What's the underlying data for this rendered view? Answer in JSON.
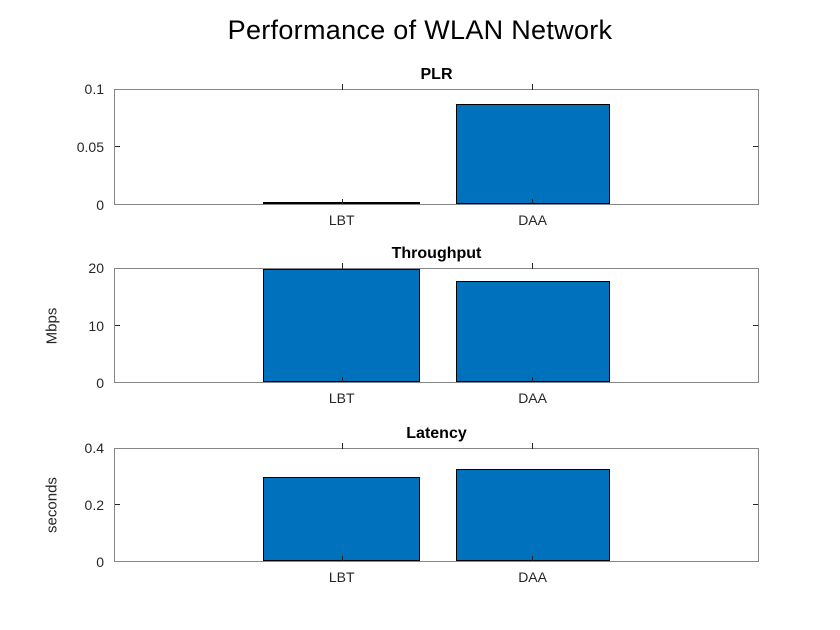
{
  "figure": {
    "title": "Performance of WLAN Network",
    "background": "#ffffff",
    "bar_fill": "#0072bd",
    "bar_edge": "#000000",
    "axis_color": "#868686",
    "text_color": "#262626"
  },
  "chart_data": [
    {
      "type": "bar",
      "title": "PLR",
      "categories": [
        "LBT",
        "DAA"
      ],
      "values": [
        0.001,
        0.088
      ],
      "xlabel": "",
      "ylabel": "",
      "ylim": [
        0,
        0.1
      ],
      "ytick_labels": [
        "0",
        "0.05",
        "0.1"
      ],
      "grid": false,
      "legend": "none"
    },
    {
      "type": "bar",
      "title": "Throughput",
      "categories": [
        "LBT",
        "DAA"
      ],
      "values": [
        20,
        17.8
      ],
      "xlabel": "",
      "ylabel": "Mbps",
      "ylim": [
        0,
        20
      ],
      "ytick_labels": [
        "0",
        "10",
        "20"
      ],
      "grid": false,
      "legend": "none"
    },
    {
      "type": "bar",
      "title": "Latency",
      "categories": [
        "LBT",
        "DAA"
      ],
      "values": [
        0.3,
        0.33
      ],
      "xlabel": "",
      "ylabel": "seconds",
      "ylim": [
        0,
        0.4
      ],
      "ytick_labels": [
        "0",
        "0.2",
        "0.4"
      ],
      "grid": false,
      "legend": "none"
    }
  ]
}
